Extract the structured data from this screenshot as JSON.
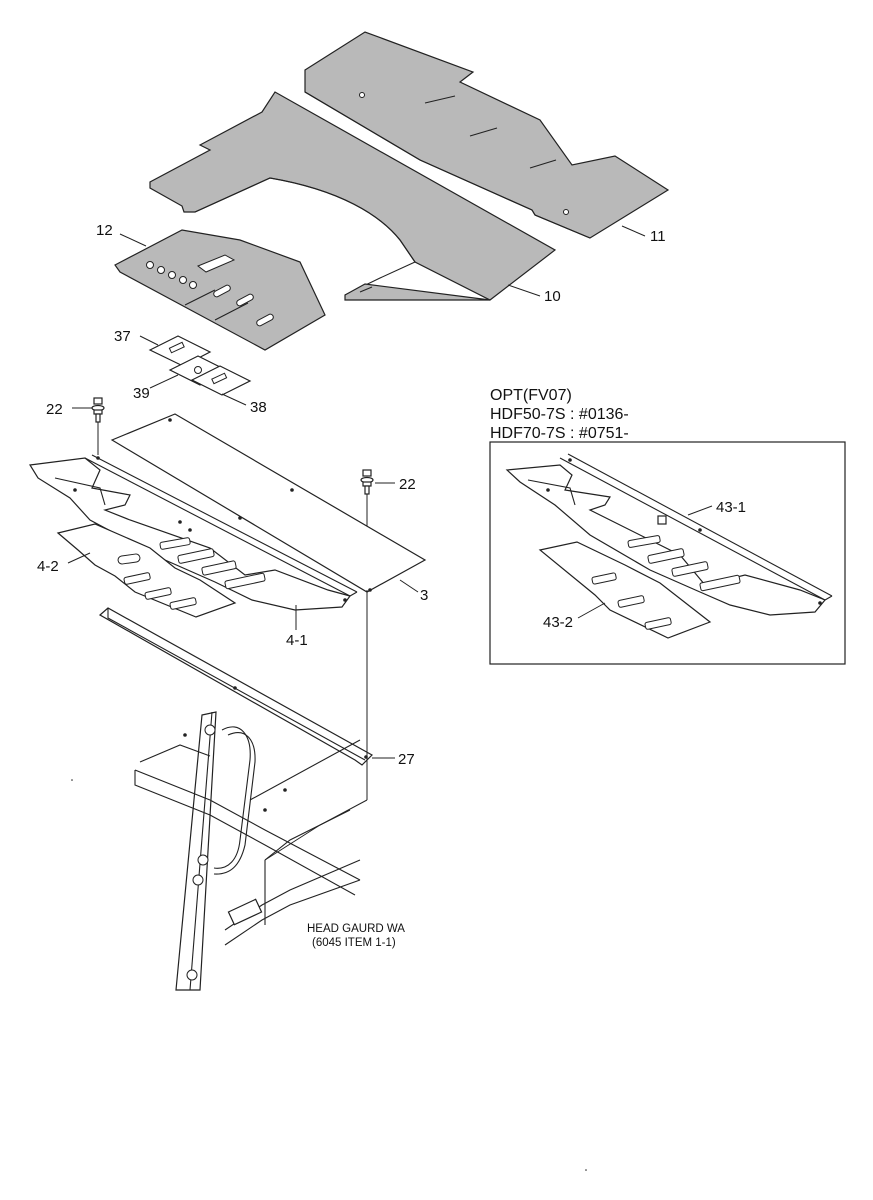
{
  "callouts": {
    "c12": "12",
    "c11": "11",
    "c10": "10",
    "c37": "37",
    "c39": "39",
    "c38": "38",
    "c22a": "22",
    "c22b": "22",
    "c3": "3",
    "c4_2": "4-2",
    "c4_1": "4-1",
    "c27": "27",
    "c43_1": "43-1",
    "c43_2": "43-2"
  },
  "option_box": {
    "line1": "OPT(FV07)",
    "line2": "HDF50-7S : #0136-",
    "line3": "HDF70-7S : #0751-"
  },
  "reference_note": {
    "line1": "HEAD GAURD WA",
    "line2": "(6045 ITEM 1-1)"
  }
}
